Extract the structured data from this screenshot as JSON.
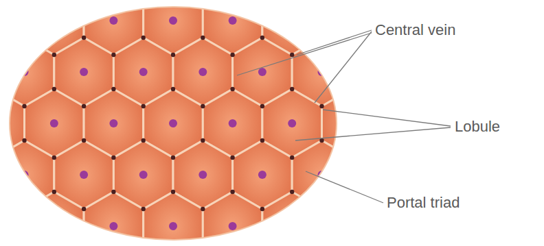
{
  "diagram": {
    "labels": [
      "Central vein",
      "Lobule",
      "Portal triad"
    ]
  }
}
